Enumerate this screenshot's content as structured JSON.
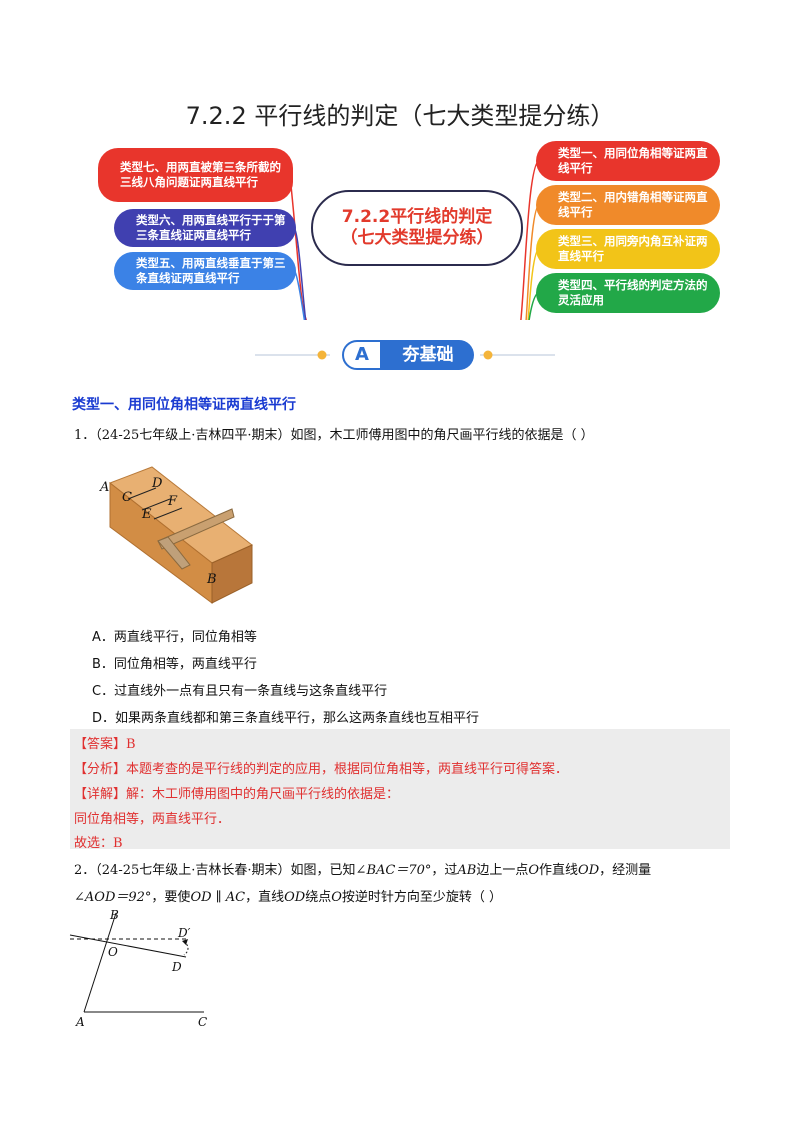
{
  "title": "7.2.2 平行线的判定（七大类型提分练）",
  "mindmap": {
    "center": "7.2.2平行线的判定（七大类型提分练）",
    "left": [
      {
        "label": "类型七、用两直被第三条所截的三线八角问题证两直线平行",
        "color": "#e8352c"
      },
      {
        "label": "类型六、用两直线平行于于第三条直线证两直线平行",
        "color": "#4040b0"
      },
      {
        "label": "类型五、用两直线垂直于第三条直线证两直线平行",
        "color": "#3b82e6"
      }
    ],
    "right": [
      {
        "label": "类型一、用同位角相等证两直线平行",
        "color": "#e8352c"
      },
      {
        "label": "类型二、用内错角相等证两直线平行",
        "color": "#f08a2a"
      },
      {
        "label": "类型三、用同旁内角互补证两直线平行",
        "color": "#f2c418"
      },
      {
        "label": "类型四、平行线的判定方法的灵活应用",
        "color": "#22a848"
      }
    ]
  },
  "banner": {
    "letter": "A",
    "text": "夯基础"
  },
  "section1": "类型一、用同位角相等证两直线平行",
  "q1": {
    "number": "1．",
    "source": "（24-25七年级上·吉林四平·期末）",
    "text": "如图，木工师傅用图中的角尺画平行线的依据是（    ）",
    "figure_labels": {
      "A": "A",
      "B": "B",
      "C": "C",
      "D": "D",
      "E": "E",
      "F": "F"
    },
    "options": [
      "A．两直线平行，同位角相等",
      "B．同位角相等，两直线平行",
      "C．过直线外一点有且只有一条直线与这条直线平行",
      "D．如果两条直线都和第三条直线平行，那么这两条直线也互相平行"
    ],
    "answer_tag": "【答案】",
    "answer": "B",
    "analysis_tag": "【分析】",
    "analysis": "本题考查的是平行线的判定的应用，根据同位角相等，两直线平行可得答案．",
    "detail_tag": "【详解】",
    "detail": "解：木工师傅用图中的角尺画平行线的依据是：",
    "detail2": "同位角相等，两直线平行．",
    "choice": "故选：B"
  },
  "q2": {
    "number": "2．",
    "source": "（24-25七年级上·吉林长春·期末）",
    "t1": "如图，已知",
    "angle1": "∠BAC",
    "eq1": "＝70°",
    "t2": "，过",
    "ab": "AB",
    "t3": "边上一点",
    "o": "O",
    "t4": "作直线",
    "od": "OD",
    "t5": "，经测量",
    "angle2": "∠AOD",
    "eq2": "＝92°",
    "t6": "，要使",
    "par": "OD ∥ AC",
    "t7": "，直线",
    "od2": "OD",
    "t8": "绕点",
    "o2": "O",
    "t9": "按逆时针方向至少旋转（    ）",
    "figure_labels": {
      "A": "A",
      "B": "B",
      "C": "C",
      "D": "D",
      "Dp": "D′",
      "O": "O"
    }
  }
}
